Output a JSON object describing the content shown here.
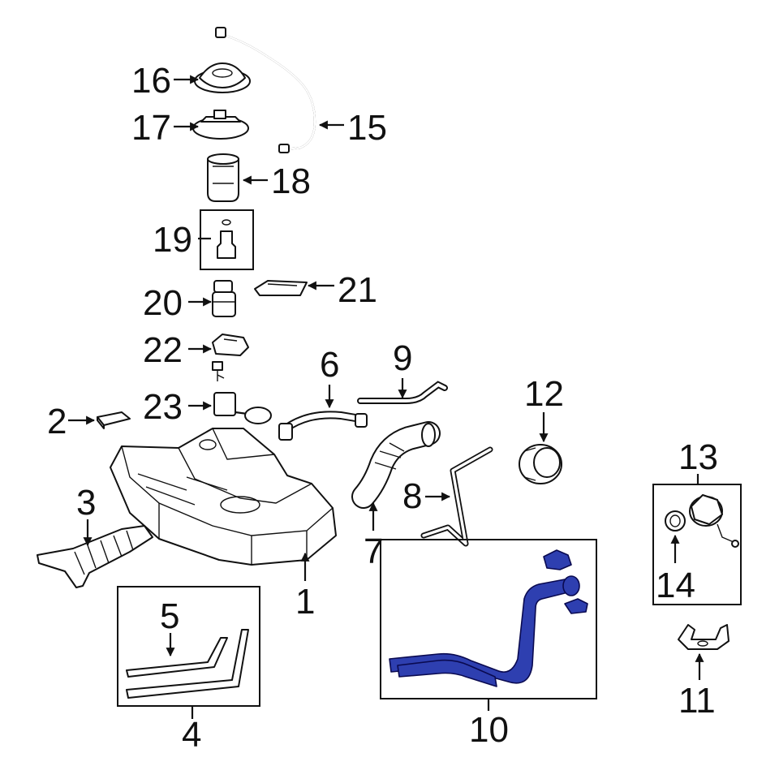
{
  "diagram": {
    "highlight_color": "#2e3fb0",
    "callouts": [
      {
        "id": "1",
        "label": "1"
      },
      {
        "id": "2",
        "label": "2"
      },
      {
        "id": "3",
        "label": "3"
      },
      {
        "id": "4",
        "label": "4"
      },
      {
        "id": "5",
        "label": "5"
      },
      {
        "id": "6",
        "label": "6"
      },
      {
        "id": "7",
        "label": "7"
      },
      {
        "id": "8",
        "label": "8"
      },
      {
        "id": "9",
        "label": "9"
      },
      {
        "id": "10",
        "label": "10"
      },
      {
        "id": "11",
        "label": "11"
      },
      {
        "id": "12",
        "label": "12"
      },
      {
        "id": "13",
        "label": "13"
      },
      {
        "id": "14",
        "label": "14"
      },
      {
        "id": "15",
        "label": "15"
      },
      {
        "id": "16",
        "label": "16"
      },
      {
        "id": "17",
        "label": "17"
      },
      {
        "id": "18",
        "label": "18"
      },
      {
        "id": "19",
        "label": "19"
      },
      {
        "id": "20",
        "label": "20"
      },
      {
        "id": "21",
        "label": "21"
      },
      {
        "id": "22",
        "label": "22"
      },
      {
        "id": "23",
        "label": "23"
      }
    ]
  }
}
